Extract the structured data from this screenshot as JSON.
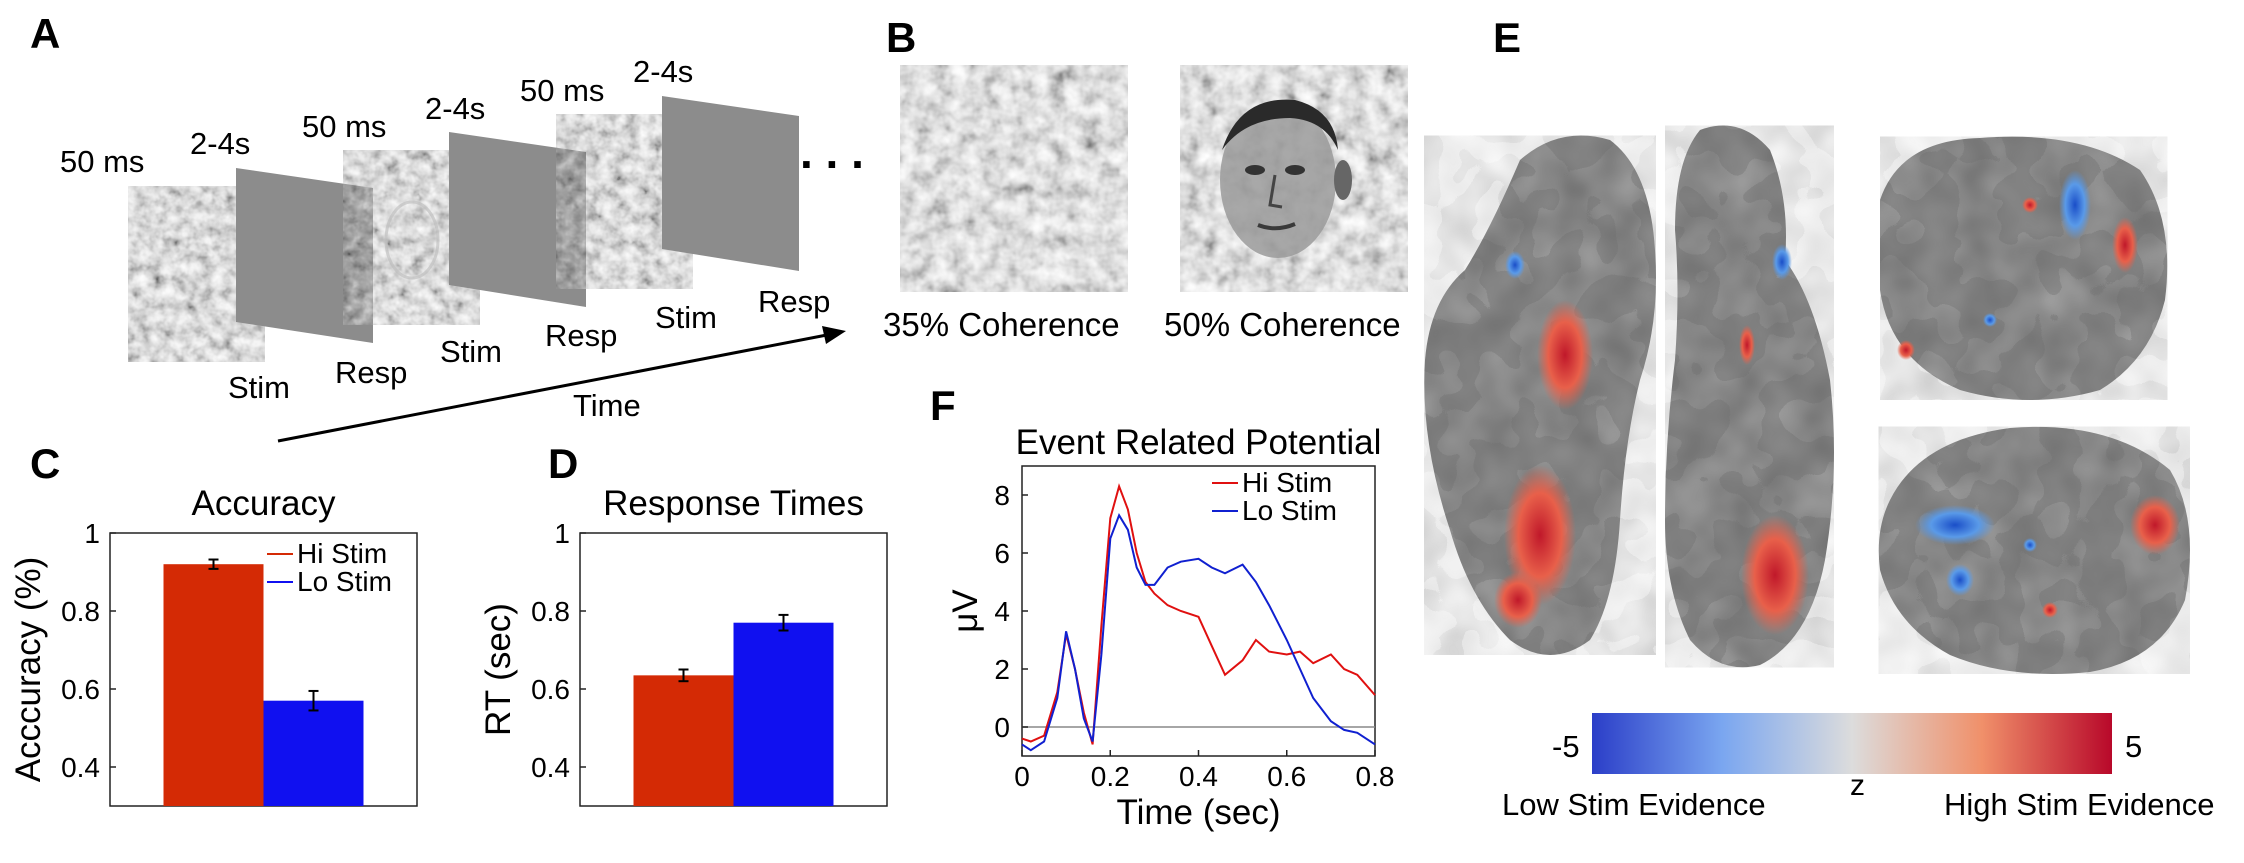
{
  "panels": {
    "A": "A",
    "B": "B",
    "C": "C",
    "D": "D",
    "E": "E",
    "F": "F"
  },
  "trial": {
    "durations": [
      "50 ms",
      "2-4s",
      "50 ms",
      "2-4s",
      "50 ms",
      "2-4s"
    ],
    "frame_labels": [
      "Stim",
      "Resp",
      "Stim",
      "Resp",
      "Stim",
      "Resp"
    ],
    "time_label": "Time",
    "ellipsis": ". . ."
  },
  "coherence": {
    "labels": [
      "35% Coherence",
      "50% Coherence"
    ]
  },
  "colors": {
    "hi": "#d42a05",
    "lo": "#1010f0",
    "hi_line": "#e01010",
    "lo_line": "#1020d0"
  },
  "chart_data": [
    {
      "id": "accuracy",
      "type": "bar",
      "title": "Accuracy",
      "ylabel": "Acccuracy (%)",
      "xlabel": "",
      "ylim": [
        0.3,
        1
      ],
      "yticks": [
        "0.4",
        "0.6",
        "0.8",
        "1"
      ],
      "ytick_values": [
        0.4,
        0.6,
        0.8,
        1
      ],
      "series": [
        {
          "name": "Hi Stim",
          "value": 0.92,
          "error": 0.012
        },
        {
          "name": "Lo Stim",
          "value": 0.57,
          "error": 0.025
        }
      ],
      "legend_position": "top-right"
    },
    {
      "id": "rt",
      "type": "bar",
      "title": "Response Times",
      "ylabel": "RT (sec)",
      "xlabel": "",
      "ylim": [
        0.3,
        1
      ],
      "yticks": [
        "0.4",
        "0.6",
        "0.8",
        "1"
      ],
      "ytick_values": [
        0.4,
        0.6,
        0.8,
        1
      ],
      "series": [
        {
          "name": "Hi Stim",
          "value": 0.635,
          "error": 0.015
        },
        {
          "name": "Lo Stim",
          "value": 0.77,
          "error": 0.02
        }
      ]
    },
    {
      "id": "erp",
      "type": "line",
      "title": "Event Related Potential",
      "xlabel": "Time (sec)",
      "ylabel": "μV",
      "xlim": [
        0,
        0.8
      ],
      "ylim": [
        -1,
        9
      ],
      "xticks": [
        "0",
        "0.2",
        "0.4",
        "0.6",
        "0.8"
      ],
      "xtick_values": [
        0,
        0.2,
        0.4,
        0.6,
        0.8
      ],
      "yticks": [
        "0",
        "2",
        "4",
        "6",
        "8"
      ],
      "ytick_values": [
        0,
        2,
        4,
        6,
        8
      ],
      "legend_position": "top-right",
      "series": [
        {
          "name": "Hi Stim",
          "x": [
            0,
            0.02,
            0.05,
            0.08,
            0.1,
            0.12,
            0.14,
            0.16,
            0.18,
            0.2,
            0.22,
            0.24,
            0.26,
            0.28,
            0.3,
            0.33,
            0.36,
            0.4,
            0.43,
            0.46,
            0.5,
            0.53,
            0.56,
            0.6,
            0.63,
            0.66,
            0.7,
            0.73,
            0.76,
            0.8
          ],
          "y": [
            -0.4,
            -0.5,
            -0.3,
            1.2,
            3.2,
            2.0,
            0.5,
            -0.6,
            3.5,
            7.2,
            8.3,
            7.5,
            6.0,
            5.0,
            4.6,
            4.2,
            4.0,
            3.8,
            2.8,
            1.8,
            2.3,
            3.0,
            2.6,
            2.5,
            2.6,
            2.2,
            2.5,
            2.0,
            1.8,
            1.1
          ]
        },
        {
          "name": "Lo Stim",
          "x": [
            0,
            0.02,
            0.05,
            0.08,
            0.1,
            0.12,
            0.14,
            0.16,
            0.18,
            0.2,
            0.22,
            0.24,
            0.26,
            0.28,
            0.3,
            0.33,
            0.36,
            0.4,
            0.43,
            0.46,
            0.5,
            0.53,
            0.56,
            0.6,
            0.63,
            0.66,
            0.7,
            0.73,
            0.76,
            0.8
          ],
          "y": [
            -0.6,
            -0.8,
            -0.5,
            1.0,
            3.3,
            2.0,
            0.3,
            -0.5,
            2.5,
            6.5,
            7.3,
            6.8,
            5.5,
            4.9,
            4.9,
            5.5,
            5.7,
            5.8,
            5.5,
            5.3,
            5.6,
            5.0,
            4.2,
            3.0,
            2.0,
            1.0,
            0.2,
            -0.1,
            -0.2,
            -0.6
          ]
        }
      ]
    }
  ],
  "colorbar": {
    "min_label": "-5",
    "max_label": "5",
    "center_label": "z",
    "left_label": "Low Stim Evidence",
    "right_label": "High Stim Evidence"
  }
}
